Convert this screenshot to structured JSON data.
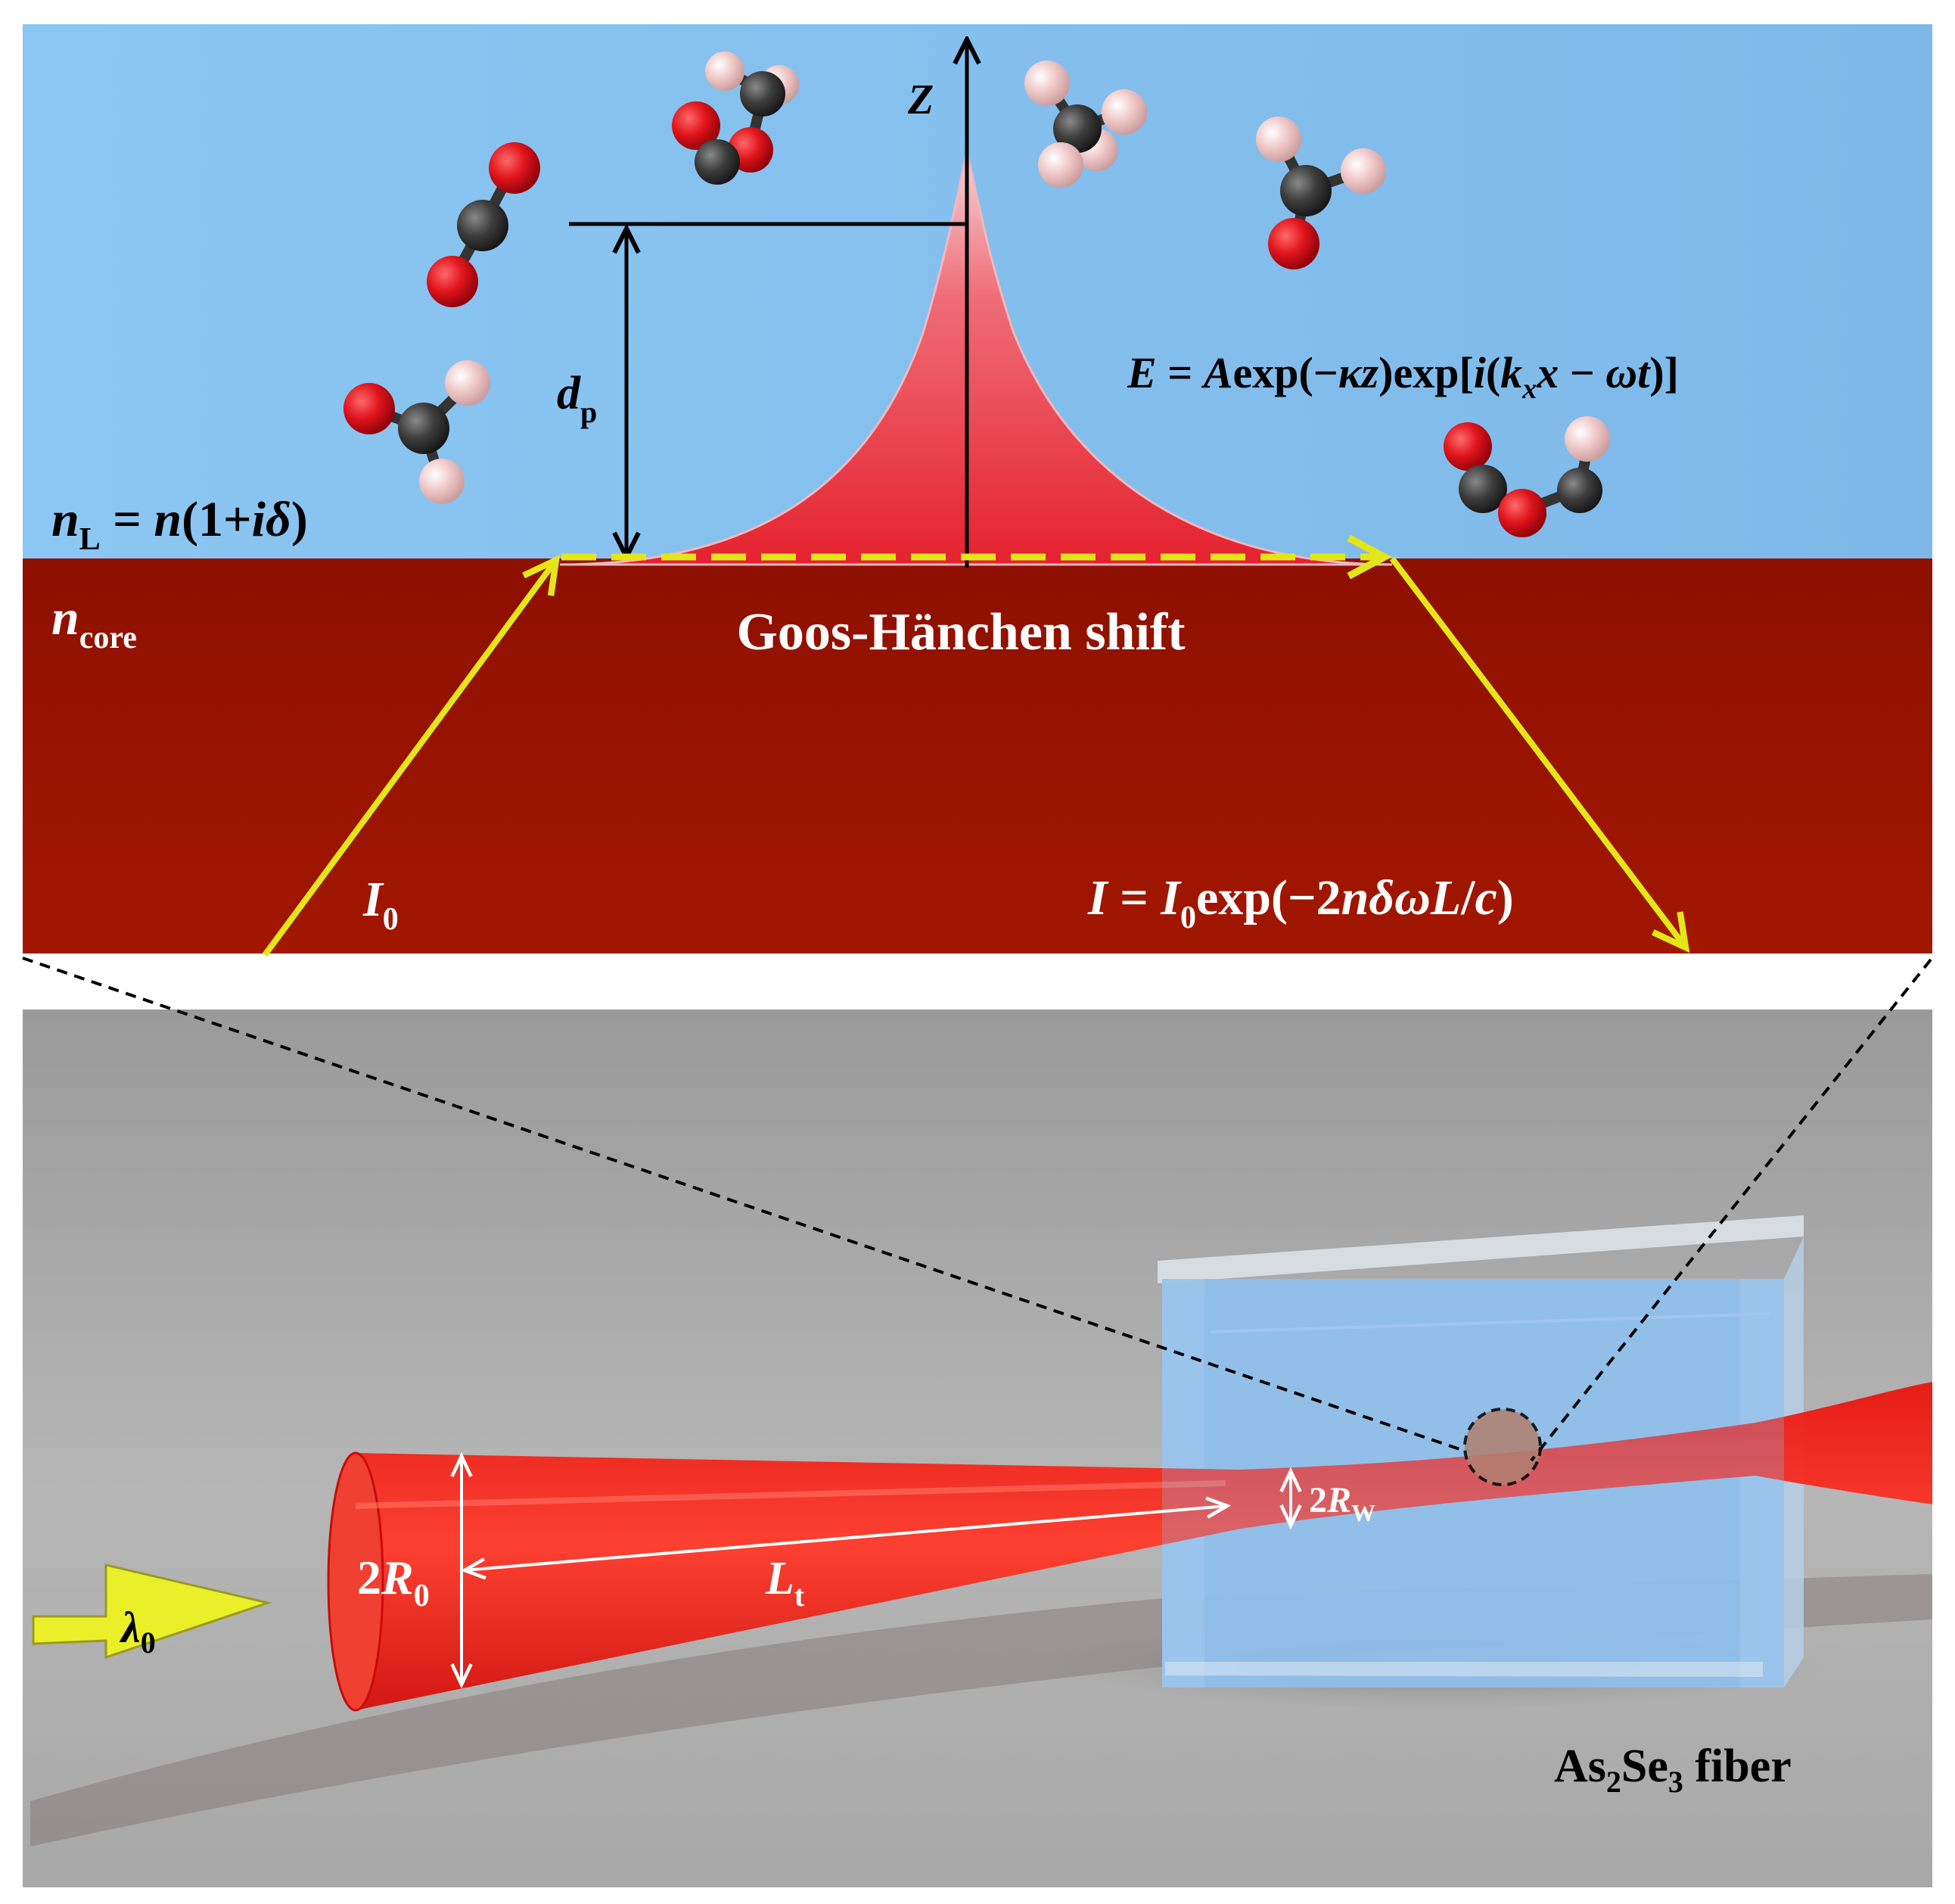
{
  "colors": {
    "liquid": "#86c0ee",
    "core": "#9c1300",
    "evanescent": "#e8303c",
    "beam_path": "#e4e61a",
    "beam": "#ee1a12",
    "background_gray": "#a9a9a9",
    "cuvette": "#8fc0ec",
    "oxygen": "#e0141c",
    "carbon": "#3d3d3d",
    "hydrogen": "#f0c8c8"
  },
  "top_panel": {
    "axis_label": "Z",
    "depth_label": {
      "main": "d",
      "sub": "p"
    },
    "liquid_index": {
      "n": "n",
      "sub": "L",
      "rest": " = ",
      "n2": "n",
      "paren": "(1+",
      "i": "i",
      "delta": "δ",
      "close": ")"
    },
    "core_index": {
      "main": "n",
      "sub": "core"
    },
    "gh_shift": "Goos-Hänchen shift",
    "field_eq": {
      "E": "E",
      "eq": " = ",
      "A": "A",
      "exp1": "exp(−",
      "kappa": "κz",
      "exp2": ")exp[",
      "i": "i",
      "p1": "(",
      "k": "k",
      "ksub": "x",
      "x": "x",
      "minus": " − ",
      "wt": "ωt",
      "close": ")]"
    },
    "input_intensity": {
      "main": "I",
      "sub": "0"
    },
    "output_intensity": {
      "I": "I",
      "eq": " = ",
      "I0": "I",
      "I0sub": "0",
      "exp": "exp(−2",
      "nd": "nδωL",
      "slash": "/",
      "c": "c",
      "close": ")"
    }
  },
  "bottom_panel": {
    "wavelength": {
      "main": "λ",
      "sub": "0"
    },
    "input_radius": {
      "pre": "2",
      "main": "R",
      "sub": "0"
    },
    "waist_radius": {
      "pre": "2",
      "main": "R",
      "sub": "W"
    },
    "taper_length": {
      "main": "L",
      "sub": "t"
    },
    "fiber_label": {
      "pre": "As",
      "s1": "2",
      "mid": "Se",
      "s2": "3",
      "post": " fiber"
    }
  }
}
